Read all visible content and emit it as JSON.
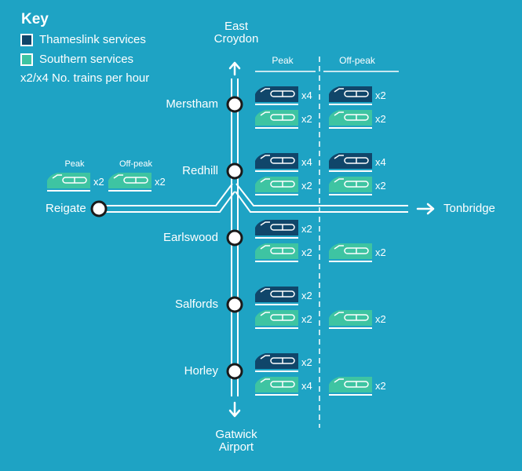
{
  "key": {
    "title": "Key",
    "thameslink": "Thameslink services",
    "southern": "Southern services",
    "frequency": "x2/x4 No. trains per hour"
  },
  "colors": {
    "background": "#1ea3c4",
    "thameslink": "#10466a",
    "southern": "#3ec4a2",
    "line": "#ffffff"
  },
  "destinations": {
    "north": [
      "East",
      "Croydon"
    ],
    "south": [
      "Gatwick",
      "Airport"
    ],
    "east": "Tonbridge"
  },
  "columns": {
    "peak": "Peak",
    "offpeak": "Off-peak"
  },
  "reigate": {
    "name": "Reigate",
    "peak_label": "Peak",
    "offpeak_label": "Off-peak",
    "peak": {
      "operator": "southern",
      "freq": "x2"
    },
    "offpeak": {
      "operator": "southern",
      "freq": "x2"
    }
  },
  "stations": [
    {
      "name": "Merstham",
      "peak": [
        {
          "operator": "thameslink",
          "freq": "x4"
        },
        {
          "operator": "southern",
          "freq": "x2"
        }
      ],
      "offpeak": [
        {
          "operator": "thameslink",
          "freq": "x2"
        },
        {
          "operator": "southern",
          "freq": "x2"
        }
      ]
    },
    {
      "name": "Redhill",
      "peak": [
        {
          "operator": "thameslink",
          "freq": "x4"
        },
        {
          "operator": "southern",
          "freq": "x2"
        }
      ],
      "offpeak": [
        {
          "operator": "thameslink",
          "freq": "x4"
        },
        {
          "operator": "southern",
          "freq": "x2"
        }
      ]
    },
    {
      "name": "Earlswood",
      "peak": [
        {
          "operator": "thameslink",
          "freq": "x2"
        },
        {
          "operator": "southern",
          "freq": "x2"
        }
      ],
      "offpeak": [
        null,
        {
          "operator": "southern",
          "freq": "x2"
        }
      ]
    },
    {
      "name": "Salfords",
      "peak": [
        {
          "operator": "thameslink",
          "freq": "x2"
        },
        {
          "operator": "southern",
          "freq": "x2"
        }
      ],
      "offpeak": [
        null,
        {
          "operator": "southern",
          "freq": "x2"
        }
      ]
    },
    {
      "name": "Horley",
      "peak": [
        {
          "operator": "thameslink",
          "freq": "x2"
        },
        {
          "operator": "southern",
          "freq": "x4"
        }
      ],
      "offpeak": [
        null,
        {
          "operator": "southern",
          "freq": "x2"
        }
      ]
    }
  ]
}
